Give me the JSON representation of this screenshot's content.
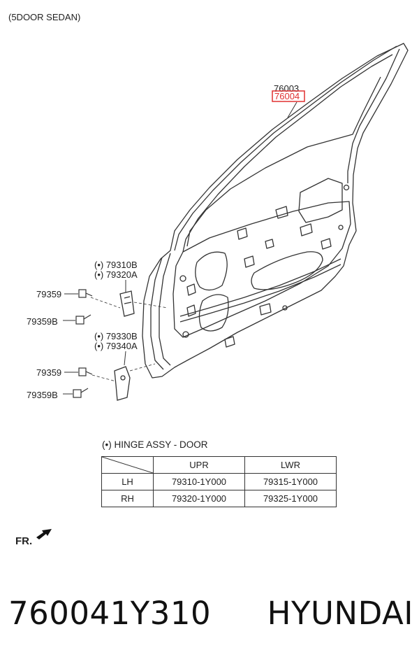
{
  "header": {
    "variant": "(5DOOR SEDAN)"
  },
  "callouts": {
    "door_part_1": "76003",
    "door_part_2": "76004",
    "upper_hinge_code_1": "(•) 79310B",
    "upper_hinge_code_2": "(•) 79320A",
    "upper_bolt": "79359",
    "upper_bolt_b": "79359B",
    "lower_hinge_code_1": "(•) 79330B",
    "lower_hinge_code_2": "(•) 79340A",
    "lower_bolt": "79359",
    "lower_bolt_b": "79359B"
  },
  "table": {
    "caption": "(•) HINGE ASSY - DOOR",
    "headers": [
      "",
      "UPR",
      "LWR"
    ],
    "rows": [
      {
        "side": "LH",
        "upr": "79310-1Y000",
        "lwr": "79315-1Y000"
      },
      {
        "side": "RH",
        "upr": "79320-1Y000",
        "lwr": "79325-1Y000"
      }
    ]
  },
  "direction": {
    "label": "FR."
  },
  "footer": {
    "part_number": "760041Y310",
    "brand": "HYUNDAI"
  },
  "colors": {
    "highlight": "#e03030",
    "line": "#333333"
  }
}
